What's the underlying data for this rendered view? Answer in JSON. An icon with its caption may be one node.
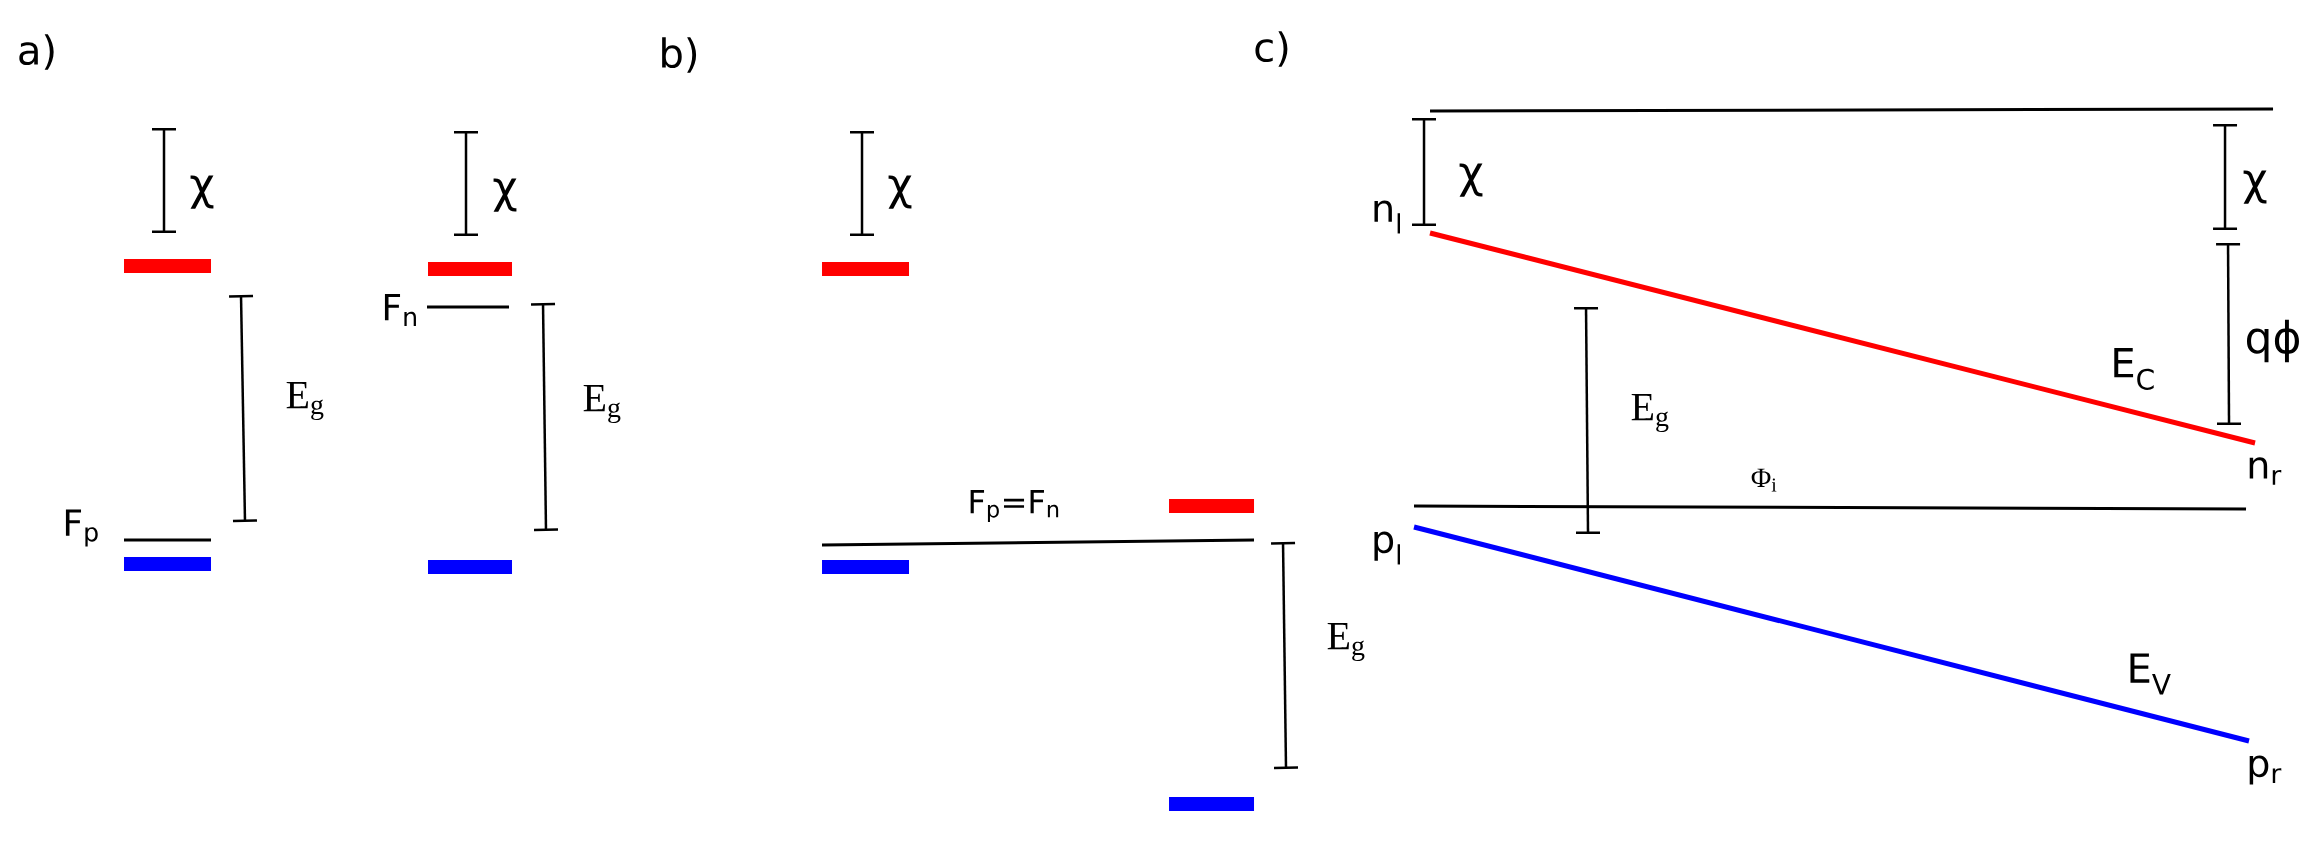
{
  "diagram": {
    "labels": [
      "a)",
      "b)",
      "c)",
      "χ",
      "E$_{g}$",
      "F$_{p}$",
      "χ",
      "F$_{n}$",
      "E$_{g}$",
      "χ",
      "F$_{p}$=F$_{n}$",
      "E$_{g}$",
      "χ",
      "n$_{l}$",
      "χ",
      "qϕ",
      "E$_{g}$",
      "E$_{C}$",
      "Φ$_{i}$",
      "n$_{r}$",
      "p$_{l}$",
      "E$_{V}$",
      "p$_{r}$"
    ]
  }
}
